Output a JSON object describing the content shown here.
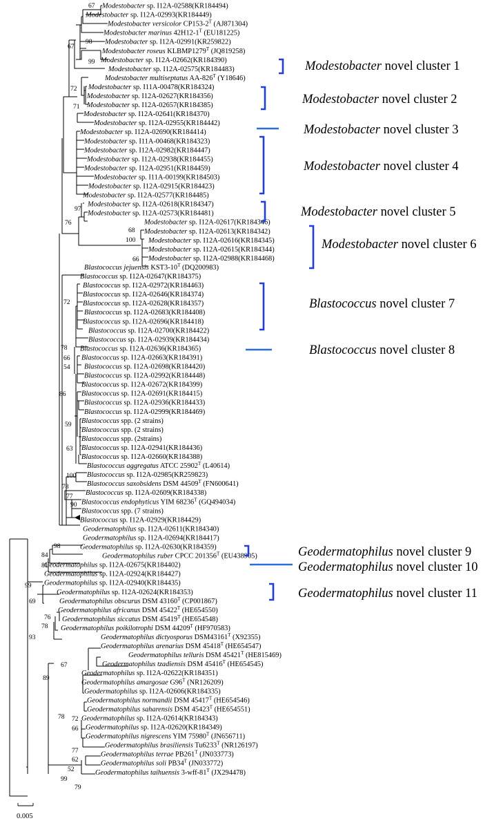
{
  "leaves": [
    {
      "genus": "Modestobacter",
      "rest": " sp. I12A-02588(KR184494)"
    },
    {
      "genus": "Modestobacter",
      "rest": " sp. I12A-02993(KR184449)"
    },
    {
      "genus": "Modestobacter versicolor",
      "rest": " CP153-2",
      "sup": "T",
      "tail": " (AJ871304)"
    },
    {
      "genus": "Modestobacter marinus",
      "rest": " 42H12-1",
      "sup": "T",
      "tail": " (EU181225)"
    },
    {
      "genus": "Modestobacter",
      "rest": " sp. I12A-02991(KR259822)"
    },
    {
      "genus": "Modestobacter roseus",
      "rest": " KLBMP1279",
      "sup": "T",
      "tail": " (JQ819258)"
    },
    {
      "genus": "Modestobacter",
      "rest": " sp. I12A-02662(KR184390)"
    },
    {
      "genus": "Modestobacter",
      "rest": " sp. I12A-02575(KR184483)"
    },
    {
      "genus": "Modestobacter multiseptatus",
      "rest": " AA-826",
      "sup": "T",
      "tail": " (Y18646)"
    },
    {
      "genus": "Modestobacter",
      "rest": " sp. I11A-00478(KR184324)"
    },
    {
      "genus": "Modestobacter",
      "rest": " sp. I12A-02627(KR184356)"
    },
    {
      "genus": "Modestobacter",
      "rest": " sp. I12A-02657(KR184385)"
    },
    {
      "genus": "Modestobacter",
      "rest": " sp. I12A-02641(KR184370)"
    },
    {
      "genus": "Modestobacter",
      "rest": " sp. I12A-02955(KR184442)"
    },
    {
      "genus": "Modestobacter",
      "rest": " sp. I12A-02690(KR184414)"
    },
    {
      "genus": "Modestobacter",
      "rest": " sp. I11A-00468(KR184323)"
    },
    {
      "genus": "Modestobacter",
      "rest": " sp. I12A-02982(KR184447)"
    },
    {
      "genus": "Modestobacter",
      "rest": " sp. I12A-02938(KR184455)"
    },
    {
      "genus": "Modestobacter",
      "rest": " sp. I12A-02951(KR184459)"
    },
    {
      "genus": "Modestobacter",
      "rest": " sp. I11A-00199(KR184503)"
    },
    {
      "genus": "Modestobacter",
      "rest": " sp. I12A-02915(KR184423)"
    },
    {
      "genus": "Modestobacter",
      "rest": " sp. I12A-02577(KR184485)"
    },
    {
      "genus": "Modestobacter",
      "rest": " sp. I12A-02618(KR184347)"
    },
    {
      "genus": "Modestobacter",
      "rest": " sp. I12A-02573(KR184481)"
    },
    {
      "genus": "Modestobacter",
      "rest": " sp. I12A-02617(KR184346)"
    },
    {
      "genus": "Modestobacter",
      "rest": " sp. I12A-02613(KR184342)"
    },
    {
      "genus": "Modestobacter",
      "rest": " sp. I12A-02616(KR184345)"
    },
    {
      "genus": "Modestobacter",
      "rest": " sp. I12A-02615(KR184344)"
    },
    {
      "genus": "Modestobacter",
      "rest": " sp. I12A-02988(KR184468)"
    },
    {
      "genus": "Blastococcus jejuensis",
      "rest": " KST3-10",
      "sup": "T",
      "tail": " (DQ200983)"
    },
    {
      "genus": "Blastococcus",
      "rest": " sp. I12A-02647(KR184375)"
    },
    {
      "genus": "Blastococcus",
      "rest": " sp. I12A-02972(KR184463)"
    },
    {
      "genus": "Blastococcus",
      "rest": " sp. I12A-02646(KR184374)"
    },
    {
      "genus": "Blastococcus",
      "rest": " sp. I12A-02628(KR184357)"
    },
    {
      "genus": "Blastococcus",
      "rest": " sp. I12A-02683(KR184408)"
    },
    {
      "genus": "Blastococcus",
      "rest": " sp. I12A-02696(KR184418)"
    },
    {
      "genus": "Blastococcus",
      "rest": " sp. I12A-02700(KR184422)"
    },
    {
      "genus": "Blastococcus",
      "rest": " sp. I12A-02939(KR184434)"
    },
    {
      "genus": "Blastococcus",
      "rest": " sp. I12A-02636(KR184365)"
    },
    {
      "genus": "Blastococcus",
      "rest": " sp. I12A-02663(KR184391)"
    },
    {
      "genus": "Blastococcus",
      "rest": " sp. I12A-02698(KR184420)"
    },
    {
      "genus": "Blastococcus",
      "rest": " sp. I12A-02992(KR184448)"
    },
    {
      "genus": "Blastococcus",
      "rest": " sp. I12A-02672(KR184399)"
    },
    {
      "genus": "Blastococcus",
      "rest": " sp. I12A-02691(KR184415)"
    },
    {
      "genus": "Blastococcus",
      "rest": " sp. I12A-02936(KR184433)"
    },
    {
      "genus": "Blastococcus",
      "rest": " sp. I12A-02999(KR184469)"
    },
    {
      "genus": "Blastococcus",
      "rest": " spp. (2 strains)"
    },
    {
      "genus": "Blastococcus",
      "rest": " spp. (2 strains)"
    },
    {
      "genus": "Blastococcus",
      "rest": " spp. (2strains)"
    },
    {
      "genus": "Blastococcus",
      "rest": " sp. I12A-02941(KR184436)"
    },
    {
      "genus": "Blastococcus",
      "rest": " sp. I12A-02660(KR184388)"
    },
    {
      "genus": "Blastococcus aggregatus",
      "rest": " ATCC 25902",
      "sup": "T",
      "tail": " (L40614)"
    },
    {
      "genus": "Blastococcus",
      "rest": " sp. I12A-02985(KR259823)"
    },
    {
      "genus": "Blastococcus saxobsidens",
      "rest": " DSM 44509",
      "sup": "T",
      "tail": " (FN600641)"
    },
    {
      "genus": "Blastococcus",
      "rest": " sp. I12A-02609(KR184338)"
    },
    {
      "genus": "Blastococcus endophyticus",
      "rest": " YIM 68236",
      "sup": "T",
      "tail": " (GQ494034)"
    },
    {
      "genus": "Blastococcus",
      "rest": " spp. (7 strains)"
    },
    {
      "genus": "Blastococcus",
      "rest": " sp. I12A-02929(KR184429)"
    },
    {
      "genus": "Geodermatophilus",
      "rest": " sp. I12A-02611(KR184340)"
    },
    {
      "genus": "Geodermatophilus",
      "rest": " sp. I12A-02694(KR184417)"
    },
    {
      "genus": "Geodermatophilus",
      "rest": " sp. I12A-02630(KR184359)"
    },
    {
      "genus": "Geodermatophilus ruber",
      "rest": " CPCC 201356",
      "sup": "T",
      "tail": " (EU438905)"
    },
    {
      "genus": "Geodermatophilus",
      "rest": " sp. I12A-02675(KR184402)"
    },
    {
      "genus": "Geodermatophilus",
      "rest": " sp. I12A-02924(KR184427)"
    },
    {
      "genus": "Geodermatophilus",
      "rest": " sp. I12A-02940(KR184435)"
    },
    {
      "genus": "Geodermatophilus",
      "rest": " sp. I12A-02624(KR184353)"
    },
    {
      "genus": "Geodermatophilus obscurus",
      "rest": " DSM 43160",
      "sup": "T",
      "tail": " (CP001867)"
    },
    {
      "genus": "Geodermatophilus africanus",
      "rest": " DSM 45422",
      "sup": "T",
      "tail": " (HE654550)"
    },
    {
      "genus": "Geodermatophilus siccatus",
      "rest": " DSM 45419",
      "sup": "T",
      "tail": " (HE654548)"
    },
    {
      "genus": "Geodermatophilus poikilotrophi",
      "rest": " DSM 44209",
      "sup": "T",
      "tail": " (HF970583)"
    },
    {
      "genus": "Geodermatophilus dictyosporus",
      "rest": " DSM43161",
      "sup": "T",
      "tail": " (X92355)"
    },
    {
      "genus": "Geodermatophilus arenarius",
      "rest": " DSM 45418",
      "sup": "T",
      "tail": " (HE654547)"
    },
    {
      "genus": "Geodermatophilus telluris",
      "rest": " DSM 45421",
      "sup": "T",
      "tail": " (HE815469)"
    },
    {
      "genus": "Geodermatophilus tzadiensis",
      "rest": " DSM 45416",
      "sup": "T",
      "tail": " (HE654545)"
    },
    {
      "genus": "Geodermatophilus",
      "rest": " sp. I12A-02622(KR184351)"
    },
    {
      "genus": "Geodermatophilus amargosae",
      "rest": " G96",
      "sup": "T",
      "tail": " (NR126209)"
    },
    {
      "genus": "Geodermatophilus",
      "rest": " sp. I12A-02606(KR184335)"
    },
    {
      "genus": "Geodermatophilus normandii",
      "rest": " DSM 45417",
      "sup": "T",
      "tail": " (HE654546)"
    },
    {
      "genus": "Geodermatophilus saharensis",
      "rest": " DSM 45423",
      "sup": "T",
      "tail": " (HE654551)"
    },
    {
      "genus": "Geodermatophilus",
      "rest": " sp. I12A-02614(KR184343)"
    },
    {
      "genus": "Geodermatophilus",
      "rest": " sp. I12A-02620(KR184349)"
    },
    {
      "genus": "Geodermatophilus nigrescens",
      "rest": " YIM 75980",
      "sup": "T",
      "tail": " (JN656711)"
    },
    {
      "genus": "Geodermatophilus brasiliensis",
      "rest": " Tu6233",
      "sup": "T",
      "tail": " (NR126197)"
    },
    {
      "genus": "Geodermatophilus terrae",
      "rest": " PB261",
      "sup": "T",
      "tail": " (JN033773)"
    },
    {
      "genus": "Geodermatophilus soli",
      "rest": " PB34",
      "sup": "T",
      "tail": " (JN033772)"
    },
    {
      "genus": "Geodermatophilus taihuensis",
      "rest": " 3-wff-81",
      "sup": "T",
      "tail": " (JX294478)"
    }
  ],
  "bootstrap": [
    "67",
    "67",
    "98",
    "99",
    "72",
    "71",
    "97",
    "76",
    "68",
    "100",
    "66",
    "72",
    "78",
    "66",
    "54",
    "86",
    "59",
    "63",
    "100",
    "78",
    "77",
    "90",
    "98",
    "84",
    "81",
    "99",
    "69",
    "76",
    "78",
    "93",
    "67",
    "89",
    "78",
    "72",
    "66",
    "77",
    "62",
    "52",
    "99",
    "79"
  ],
  "clusters": [
    {
      "genus": "Modestobacter",
      "rest": " novel cluster 1"
    },
    {
      "genus": "Modestobacter",
      "rest": " novel cluster 2"
    },
    {
      "genus": "Modestobacter",
      "rest": " novel cluster 3"
    },
    {
      "genus": "Modestobacter",
      "rest": " novel cluster 4"
    },
    {
      "genus": "Modestobacter",
      "rest": " novel cluster 5"
    },
    {
      "genus": "Modestobacter",
      "rest": " novel cluster 6"
    },
    {
      "genus": "Blastococcus",
      "rest": " novel cluster 7"
    },
    {
      "genus": "Blastococcus",
      "rest": " novel cluster 8"
    },
    {
      "genus": "Geodermatophilus",
      "rest": " novel cluster 9"
    },
    {
      "genus": "Geodermatophilus",
      "rest": " novel cluster 10"
    },
    {
      "genus": "Geodermatophilus",
      "rest": " novel cluster 11"
    }
  ],
  "scale_bar": {
    "label": "0.005"
  },
  "colors": {
    "bracket": "#1f3fd6",
    "bar": "#2a6fd6",
    "branch": "#000000"
  }
}
